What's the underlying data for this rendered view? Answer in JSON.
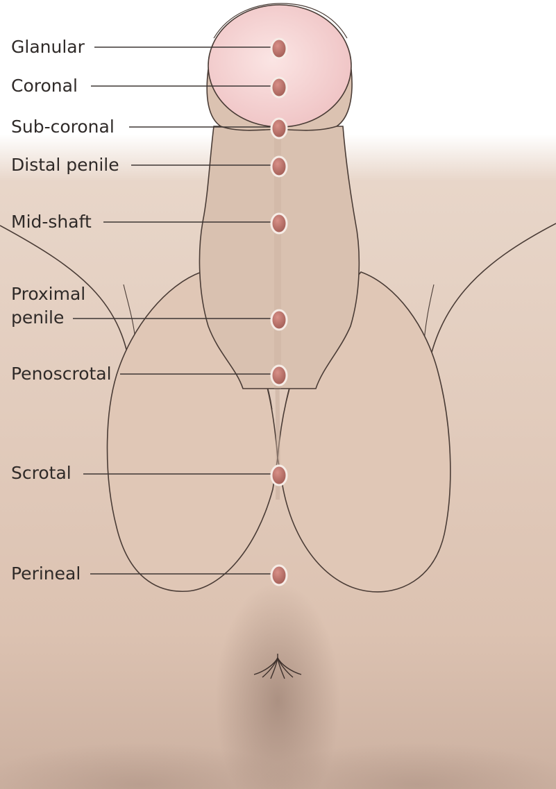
{
  "labels": {
    "glanular": "Glanular",
    "coronal": "Coronal",
    "sub_coronal": "Sub-coronal",
    "distal_penile": "Distal penile",
    "mid_shaft": "Mid-shaft",
    "proximal_penile_line1": "Proximal",
    "proximal_penile_line2": "penile",
    "penoscrotal": "Penoscrotal",
    "scrotal": "Scrotal",
    "perineal": "Perineal"
  },
  "colors": {
    "skin": "#e2cbbb",
    "skin_shadow": "#cbb2a2",
    "glans": "#f3cdcf",
    "outline": "#4a3c36",
    "meatus_marker": "#b56f66",
    "leader_line": "#3d3634"
  }
}
